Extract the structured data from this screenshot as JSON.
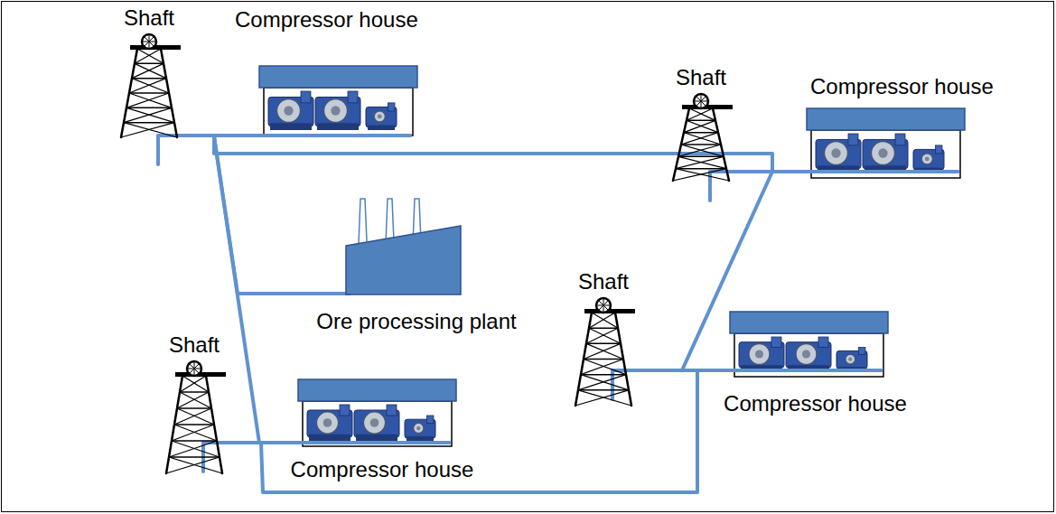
{
  "diagram": {
    "nodes": [
      {
        "text": [
          "Shaft"
        ]
      },
      {
        "text": [
          "Compressor house"
        ]
      },
      {
        "text": [
          "Shaft"
        ]
      },
      {
        "text": [
          "Compressor house"
        ]
      },
      {
        "text": [
          "Ore processing plant"
        ]
      },
      {
        "text": [
          "Shaft"
        ]
      },
      {
        "text": [
          "Compressor house"
        ]
      },
      {
        "text": [
          "Shaft"
        ]
      },
      {
        "text": [
          "Compressor house"
        ]
      }
    ],
    "edges": [
      {
        "from": 0,
        "to": 1,
        "arrow": "none"
      },
      {
        "from": 1,
        "to": 3,
        "arrow": "none"
      },
      {
        "from": 1,
        "to": 4,
        "arrow": "none"
      },
      {
        "from": 1,
        "to": 8,
        "arrow": "none"
      },
      {
        "from": 2,
        "to": 3,
        "arrow": "none"
      },
      {
        "from": 3,
        "to": 6,
        "arrow": "none"
      },
      {
        "from": 5,
        "to": 6,
        "arrow": "none"
      },
      {
        "from": 7,
        "to": 8,
        "arrow": "none"
      },
      {
        "from": 8,
        "to": 6,
        "arrow": "none"
      }
    ]
  }
}
